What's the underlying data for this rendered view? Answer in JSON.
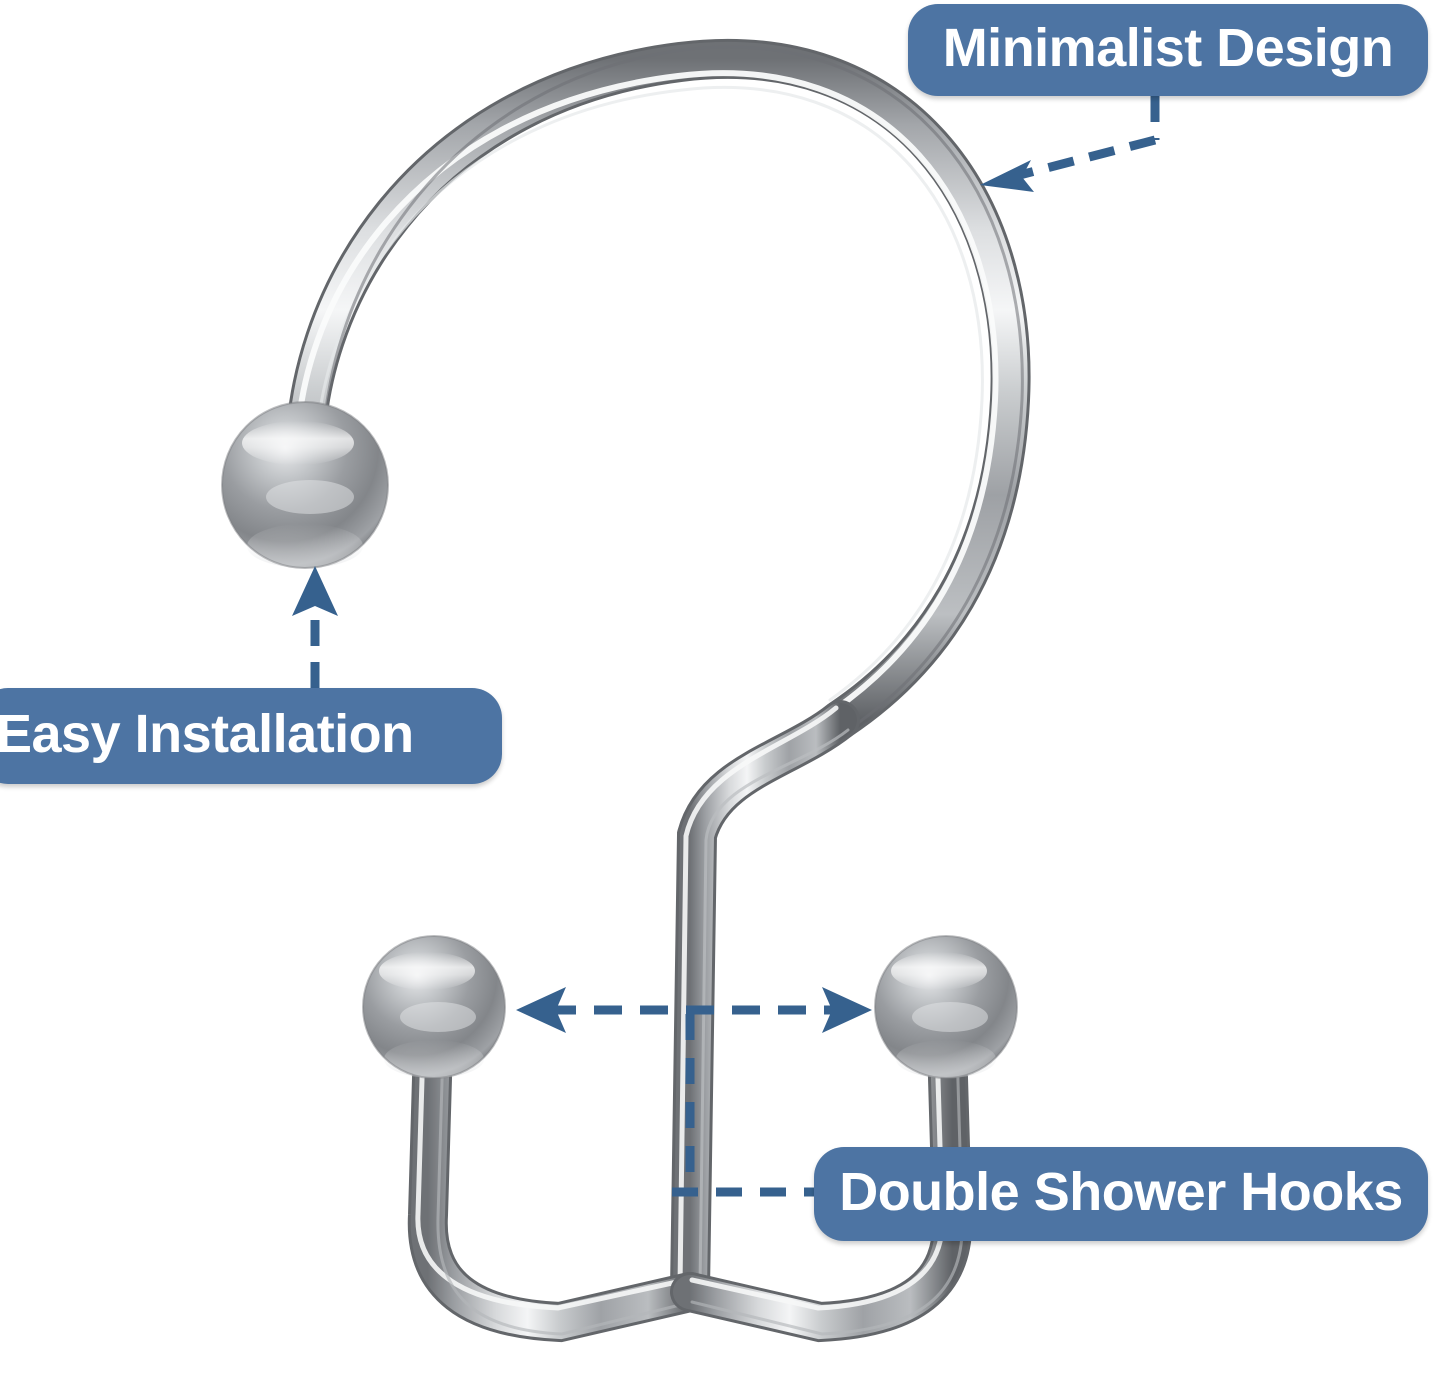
{
  "image": {
    "kind": "product-infographic",
    "subject": "double shower curtain hook",
    "background_color": "#ffffff"
  },
  "theme": {
    "badge_color": "#4d74a3",
    "badge_text_color": "#ffffff",
    "arrow_color": "#36618e",
    "metal_light": "#f2f3f4",
    "metal_mid": "#a7a9ac",
    "metal_dark": "#5c5f63"
  },
  "callouts": [
    {
      "id": "minimalist",
      "label": "Minimalist Design",
      "points_to": "upper-curve-of-hook"
    },
    {
      "id": "easy",
      "label": "Easy Installation",
      "points_to": "top-ball-terminal"
    },
    {
      "id": "double",
      "label": "Double Shower Hooks",
      "points_to": "center-post"
    }
  ],
  "annotations": {
    "width_arrow": {
      "name": "double-headed-width-arrow",
      "style": "dashed",
      "heads": 2
    },
    "minimalist_arrow": {
      "name": "minimalist-leader-arrow",
      "style": "dashed",
      "heads": 1
    },
    "easy_arrow": {
      "name": "easy-installation-leader-arrow",
      "style": "dashed",
      "heads": 1
    },
    "double_leader": {
      "name": "double-hooks-leader-line",
      "style": "dashed",
      "heads": 0
    }
  },
  "product_parts": {
    "top_arc": "large open C-shaped chrome curtain ring",
    "top_ball": "chrome sphere terminal at left end of C",
    "s_neck": "S-shaped transition from ring to post",
    "center_post": "vertical chrome post",
    "left_hook": "left U-shaped hook arm",
    "right_hook": "right U-shaped hook arm",
    "left_ball": "chrome sphere terminal on left hook",
    "right_ball": "chrome sphere terminal on right hook"
  }
}
